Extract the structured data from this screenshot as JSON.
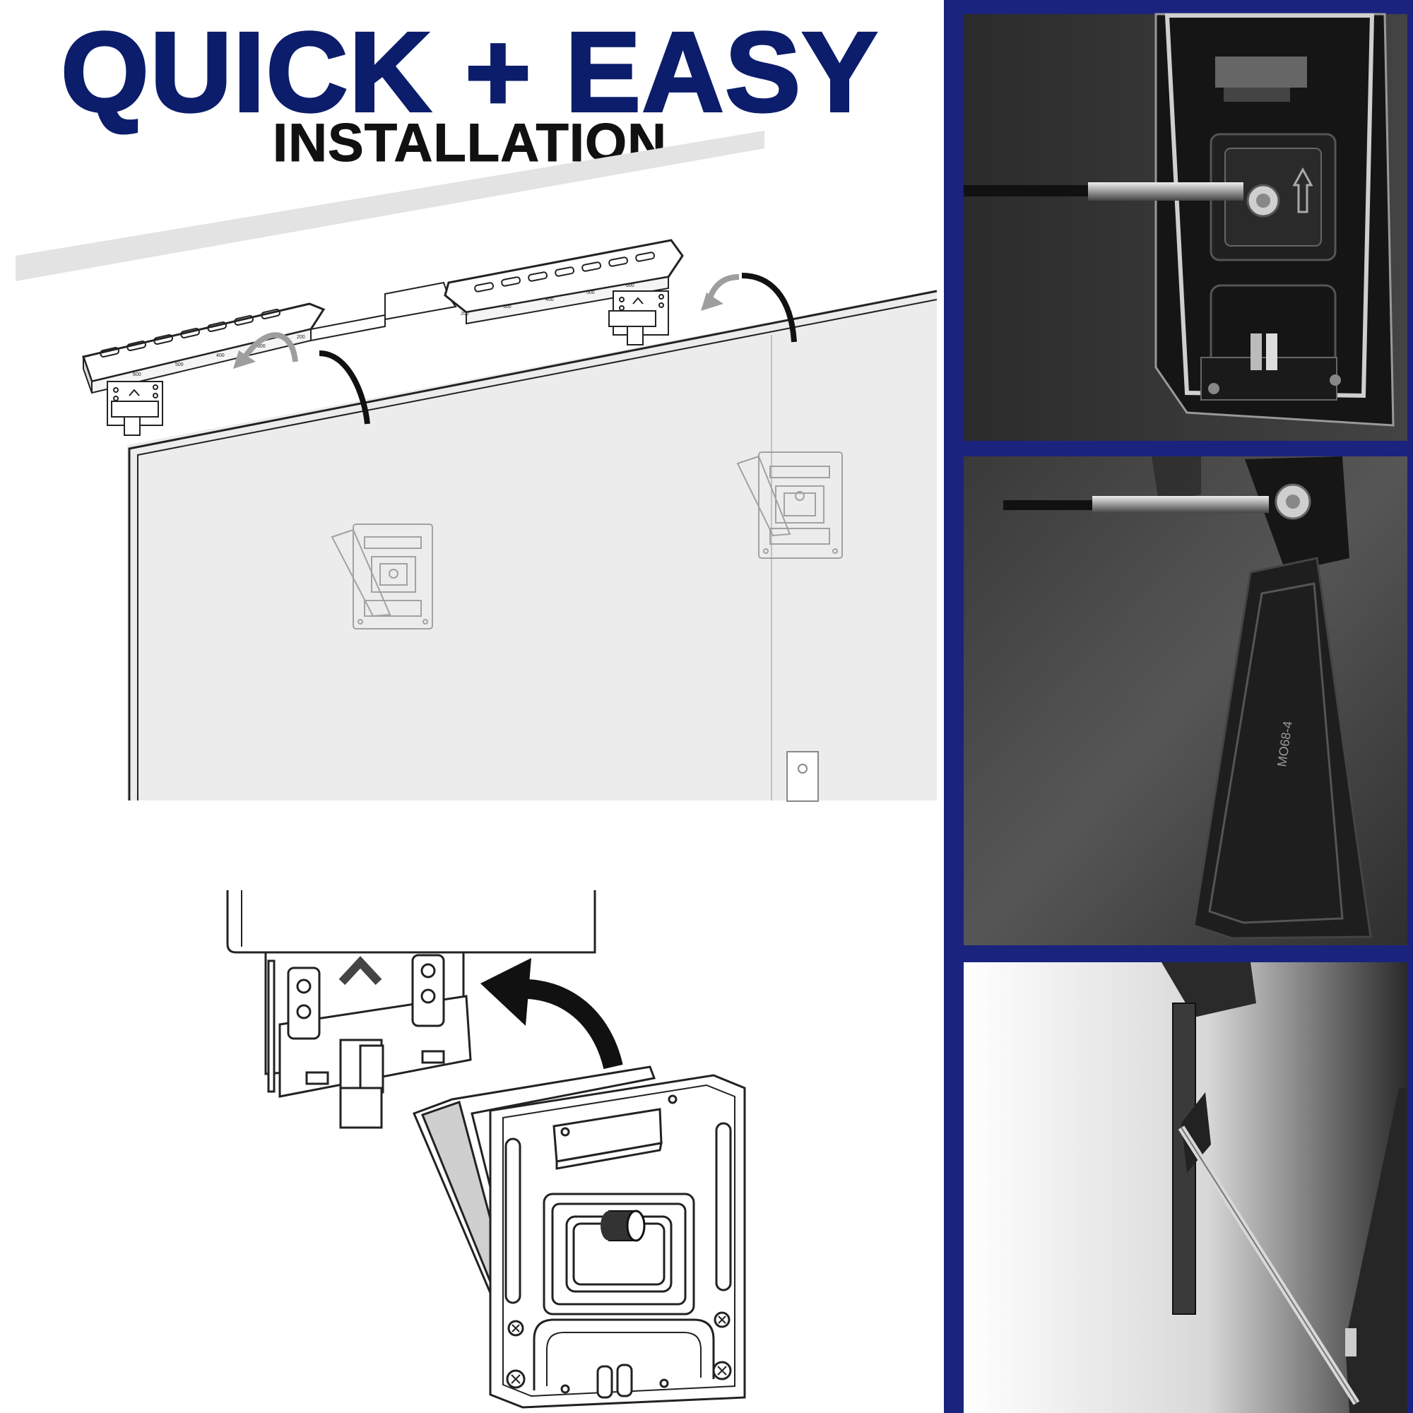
{
  "header": {
    "title": "QUICK + EASY",
    "subtitle": "INSTALLATION"
  },
  "rail": {
    "left_scale": [
      "600",
      "500",
      "400",
      "300",
      "200"
    ],
    "right_scale": [
      "200",
      "300",
      "400",
      "500",
      "600"
    ]
  },
  "photos": {
    "middle": {
      "part_label": "MO68-4"
    }
  },
  "colors": {
    "brand_navy": "#0b1d6b",
    "panel_border": "#1a237e",
    "line_art": "#222222",
    "arrow_black": "#111111",
    "arrow_gray": "#9e9e9e",
    "tv_fill": "#ececec",
    "shelf_gray": "#e0e0e0"
  },
  "icons": [
    "up-chevron-icon",
    "curved-arrow-icon"
  ]
}
